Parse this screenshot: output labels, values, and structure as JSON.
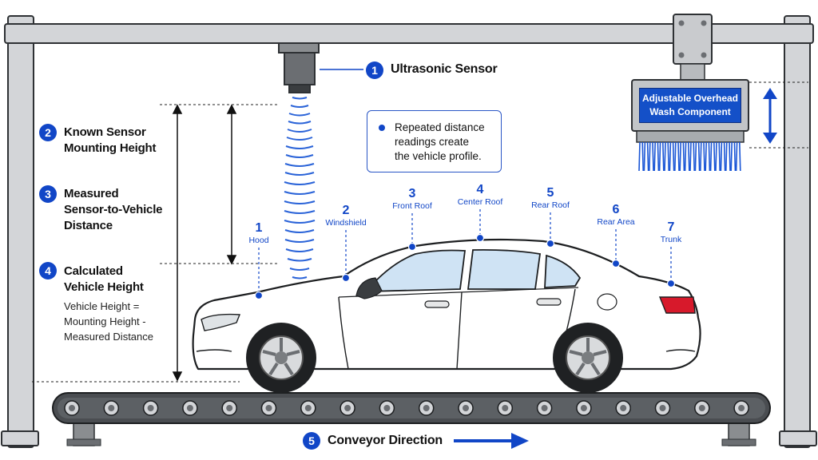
{
  "sensor": {
    "number": "1",
    "label": "Ultrasonic Sensor"
  },
  "left_labels": [
    {
      "number": "2",
      "line1": "Known Sensor",
      "line2": "Mounting Height",
      "line3": ""
    },
    {
      "number": "3",
      "line1": "Measured",
      "line2": "Sensor-to-Vehicle",
      "line3": "Distance"
    },
    {
      "number": "4",
      "line1": "Calculated",
      "line2": "Vehicle Height",
      "line3": ""
    }
  ],
  "formula": {
    "line1": "Vehicle Height =",
    "line2": "Mounting Height -",
    "line3": "Measured Distance"
  },
  "callout": {
    "line1": "Repeated distance",
    "line2": "readings create",
    "line3": "the vehicle profile."
  },
  "wash": {
    "line1": "Adjustable Overhead",
    "line2": "Wash Component"
  },
  "points": [
    {
      "number": "1",
      "label": "Hood"
    },
    {
      "number": "2",
      "label": "Windshield"
    },
    {
      "number": "3",
      "label": "Front Roof"
    },
    {
      "number": "4",
      "label": "Center Roof"
    },
    {
      "number": "5",
      "label": "Rear Roof"
    },
    {
      "number": "6",
      "label": "Rear Area"
    },
    {
      "number": "7",
      "label": "Trunk"
    }
  ],
  "conveyor": {
    "number": "5",
    "label": "Conveyor Direction"
  },
  "colors": {
    "accent": "#1146c7",
    "frame": "#cfd2d5",
    "dark": "#3a3d40"
  }
}
